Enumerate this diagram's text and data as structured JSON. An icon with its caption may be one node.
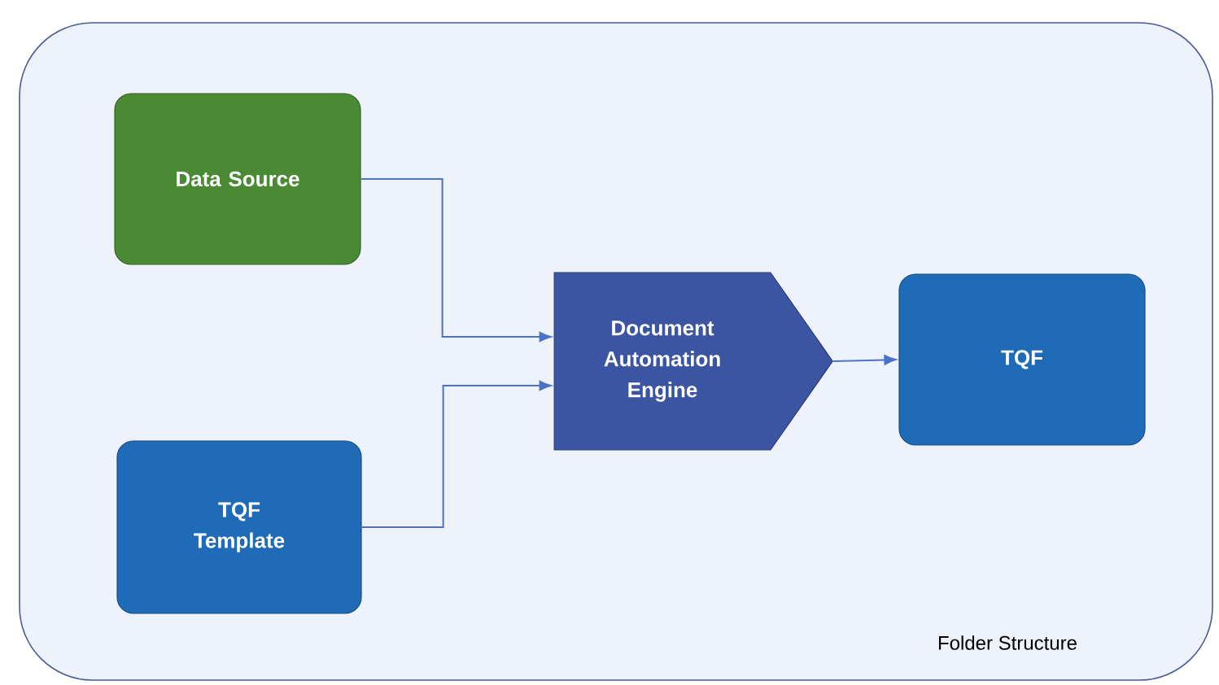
{
  "diagram": {
    "nodes": [
      {
        "text": [
          "Folder Structure"
        ]
      },
      {
        "text": [
          "Data Source"
        ],
        "in": 0
      },
      {
        "text": [
          "TQF Template"
        ],
        "in": 0
      },
      {
        "text": [
          "Document Automation Engine"
        ],
        "in": 0
      },
      {
        "text": [
          "TQF"
        ],
        "in": 0
      }
    ],
    "edges": [
      {
        "from": 1,
        "to": 3,
        "arrow": "to"
      },
      {
        "from": 2,
        "to": 3,
        "arrow": "to"
      },
      {
        "from": 3,
        "to": 4,
        "arrow": "to"
      }
    ]
  }
}
